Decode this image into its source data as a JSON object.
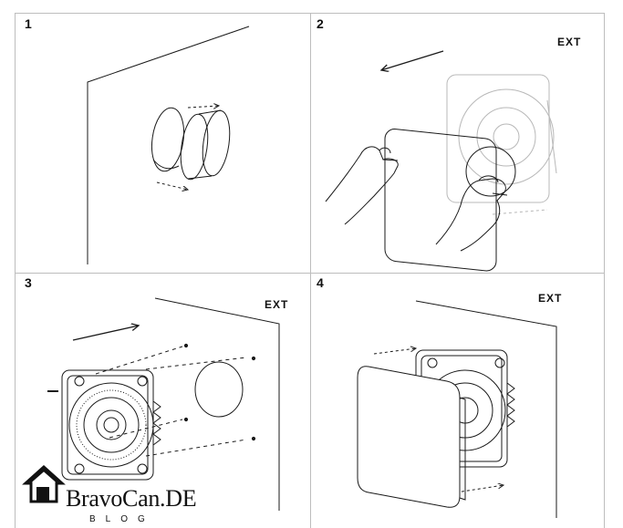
{
  "steps": [
    {
      "number": "1",
      "ext_label": ""
    },
    {
      "number": "2",
      "ext_label": "EXT"
    },
    {
      "number": "3",
      "ext_label": "EXT"
    },
    {
      "number": "4",
      "ext_label": "EXT"
    }
  ],
  "watermark": {
    "brand": "BravoCan.DE",
    "sub": "BLOG",
    "icon": "house-icon"
  },
  "colors": {
    "line": "#1a1a1a",
    "divider": "#bdbdbd",
    "ghost": "#b8b8b8"
  }
}
